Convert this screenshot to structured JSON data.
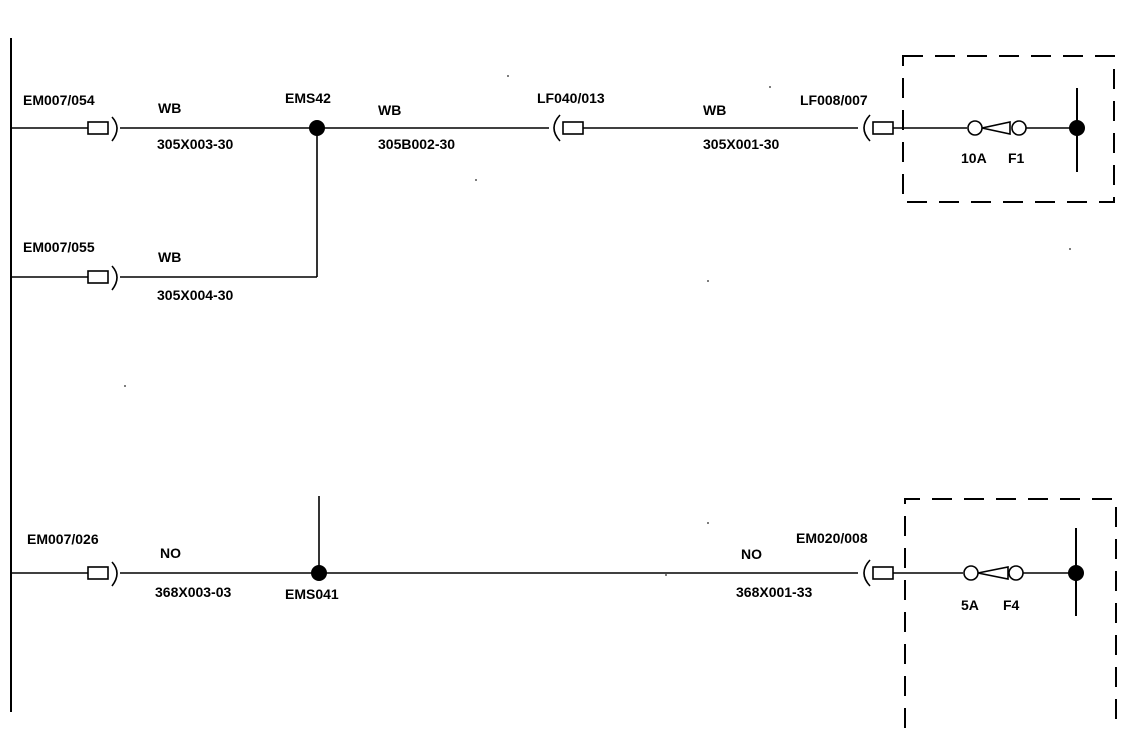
{
  "connectors": {
    "em007_054": "EM007/054",
    "em007_055": "EM007/055",
    "em007_026": "EM007/026",
    "lf040_013": "LF040/013",
    "lf008_007": "LF008/007",
    "em020_008": "EM020/008"
  },
  "splices": {
    "ems42": "EMS42",
    "ems041": "EMS041"
  },
  "wires": {
    "w1_color": "WB",
    "w1_id": "305X003-30",
    "w2_color": "WB",
    "w2_id": "305B002-30",
    "w3_color": "WB",
    "w3_id": "305X001-30",
    "w4_color": "WB",
    "w4_id": "305X004-30",
    "w5_color": "NO",
    "w5_id": "368X003-03",
    "w6_color": "NO",
    "w6_id": "368X001-33"
  },
  "fuses": {
    "f1_rating": "10A",
    "f1_name": "F1",
    "f4_rating": "5A",
    "f4_name": "F4"
  }
}
